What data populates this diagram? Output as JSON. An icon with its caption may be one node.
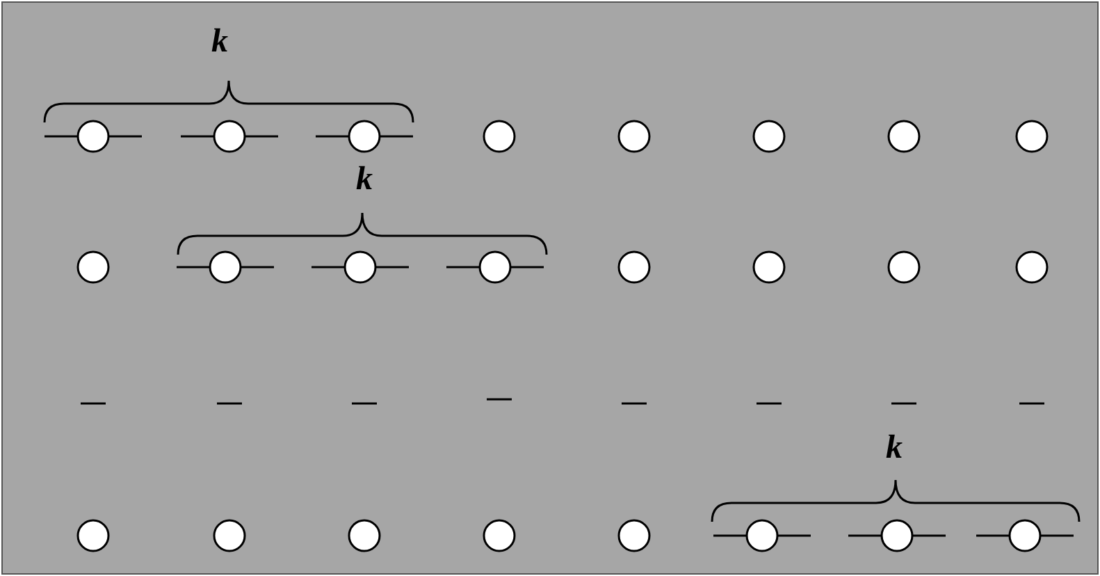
{
  "diagram": {
    "labels": [
      "k",
      "k",
      "k"
    ]
  }
}
